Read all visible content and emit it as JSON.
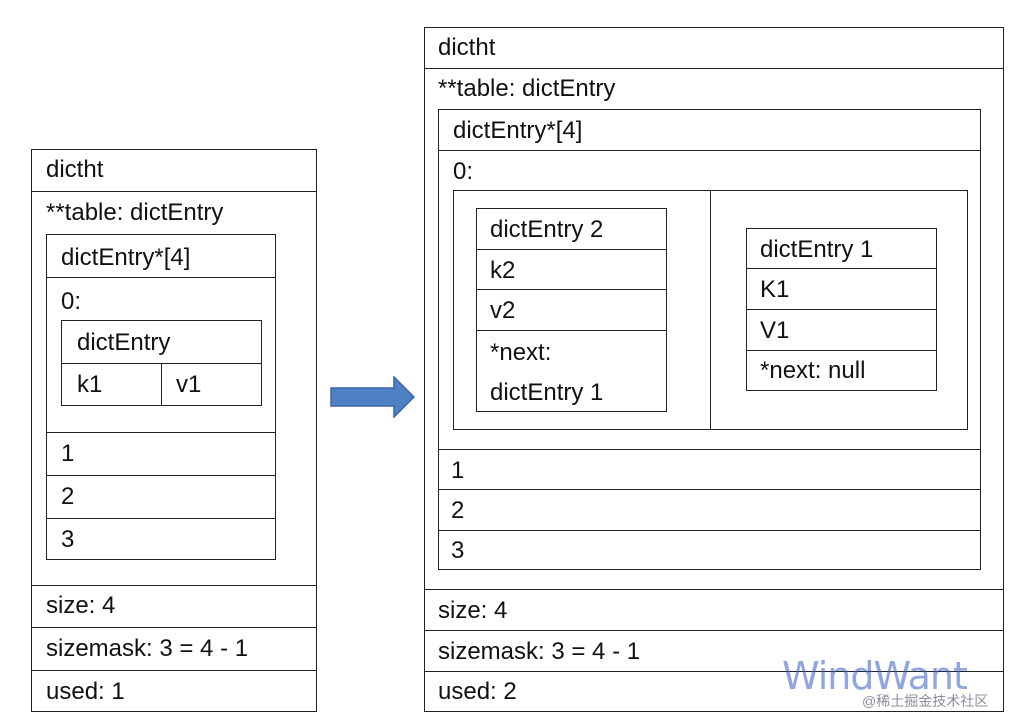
{
  "left": {
    "title": "dictht",
    "table_label": "**table: dictEntry",
    "array_title": "dictEntry*[4]",
    "slot0": "0:",
    "entry": {
      "title": "dictEntry",
      "key": "k1",
      "value": "v1"
    },
    "slot1": "1",
    "slot2": "2",
    "slot3": "3",
    "size": "size: 4",
    "sizemask": "sizemask: 3 = 4 - 1",
    "used": "used: 1"
  },
  "right": {
    "title": "dictht",
    "table_label": "**table: dictEntry",
    "array_title": "dictEntry*[4]",
    "slot0": "0:",
    "entry2": {
      "title": "dictEntry 2",
      "key": "k2",
      "value": "v2",
      "next_line1": "*next:",
      "next_line2": "dictEntry 1"
    },
    "entry1": {
      "title": "dictEntry 1",
      "key": "K1",
      "value": "V1",
      "next": "*next: null"
    },
    "slot1": "1",
    "slot2": "2",
    "slot3": "3",
    "size": "size: 4",
    "sizemask": "sizemask: 3 = 4 - 1",
    "used": "used: 2"
  },
  "arrow": {
    "color": "#4f7fc4",
    "stroke": "#3b66a8"
  },
  "watermark": "WindWant",
  "footer": "@稀土掘金技术社区"
}
